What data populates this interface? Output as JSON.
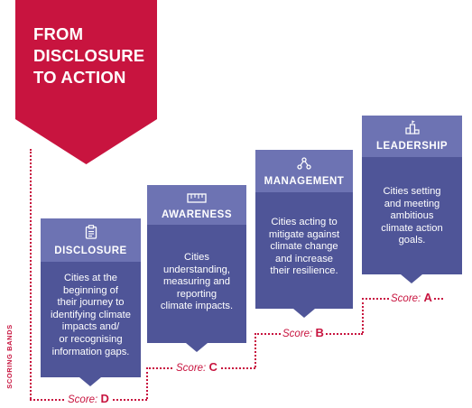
{
  "banner": {
    "title": "FROM\nDISCLOSURE\nTO ACTION"
  },
  "side_label": "SCORING BANDS",
  "score_prefix": "Score:",
  "colors": {
    "banner": "#c8143f",
    "card_head": "#6d73b3",
    "card_body": "#4f5598",
    "dots": "#c8143f"
  },
  "stages": [
    {
      "label": "DISCLOSURE",
      "icon": "clipboard-icon",
      "grade": "D",
      "description": "Cities at the\nbeginning of\ntheir journey to\nidentifying climate\nimpacts and/\nor recognising\ninformation gaps."
    },
    {
      "label": "AWARENESS",
      "icon": "ruler-icon",
      "grade": "C",
      "description": "Cities\nunderstanding,\nmeasuring and\nreporting\nclimate impacts."
    },
    {
      "label": "MANAGEMENT",
      "icon": "network-icon",
      "grade": "B",
      "description": "Cities acting to\nmitigate against\nclimate change\nand increase\ntheir resilience."
    },
    {
      "label": "LEADERSHIP",
      "icon": "podium-icon",
      "grade": "A",
      "description": "Cities setting\nand meeting\nambitious\nclimate action\ngoals."
    }
  ]
}
